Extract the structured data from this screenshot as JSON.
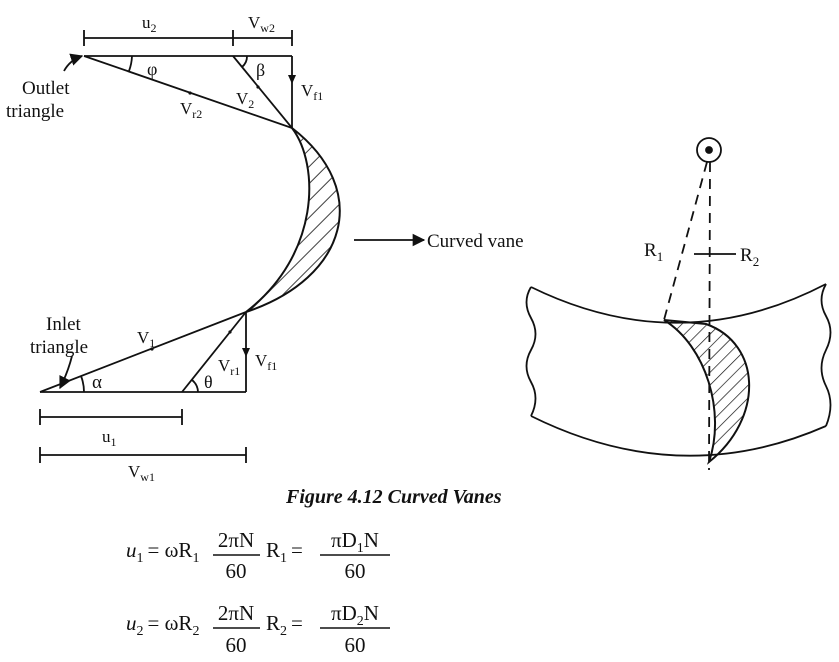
{
  "labels": {
    "u2": "u",
    "u2_sub": "2",
    "vw2": "V",
    "vw2_sub": "w2",
    "outlet_1": "Outlet",
    "outlet_2": "triangle",
    "phi": "φ",
    "beta": "β",
    "v2": "V",
    "v2_sub": "2",
    "vr2": "V",
    "vr2_sub": "r2",
    "vf_top": "V",
    "vf_top_sub": "f1",
    "curved_vane": "Curved vane",
    "inlet_1": "Inlet",
    "inlet_2": "triangle",
    "v1": "V",
    "v1_sub": "1",
    "vr1": "V",
    "vr1_sub": "r1",
    "vf_bot": "V",
    "vf_bot_sub": "f1",
    "alpha": "α",
    "theta": "θ",
    "u1": "u",
    "u1_sub": "1",
    "vw1": "V",
    "vw1_sub": "w1",
    "r1": "R",
    "r1_sub": "1",
    "r2": "R",
    "r2_sub": "2"
  },
  "caption": "Figure 4.12 Curved Vanes",
  "equations": {
    "eq1": {
      "lhs": "u",
      "lhs_sub": "1",
      "eq": "= ωR",
      "r_sub": "1",
      "frac1_num": "2πN",
      "frac1_den": "60",
      "mid": "R",
      "mid_sub": "1",
      "frac2_num": "πD",
      "frac2_num_sub": "1",
      "frac2_num_tail": "N",
      "frac2_den": "60"
    },
    "eq2": {
      "lhs": "u",
      "lhs_sub": "2",
      "eq": "= ωR",
      "r_sub": "2",
      "frac1_num": "2πN",
      "frac1_den": "60",
      "mid": "R",
      "mid_sub": "2",
      "frac2_num": "πD",
      "frac2_num_sub": "2",
      "frac2_num_tail": "N",
      "frac2_den": "60"
    }
  }
}
